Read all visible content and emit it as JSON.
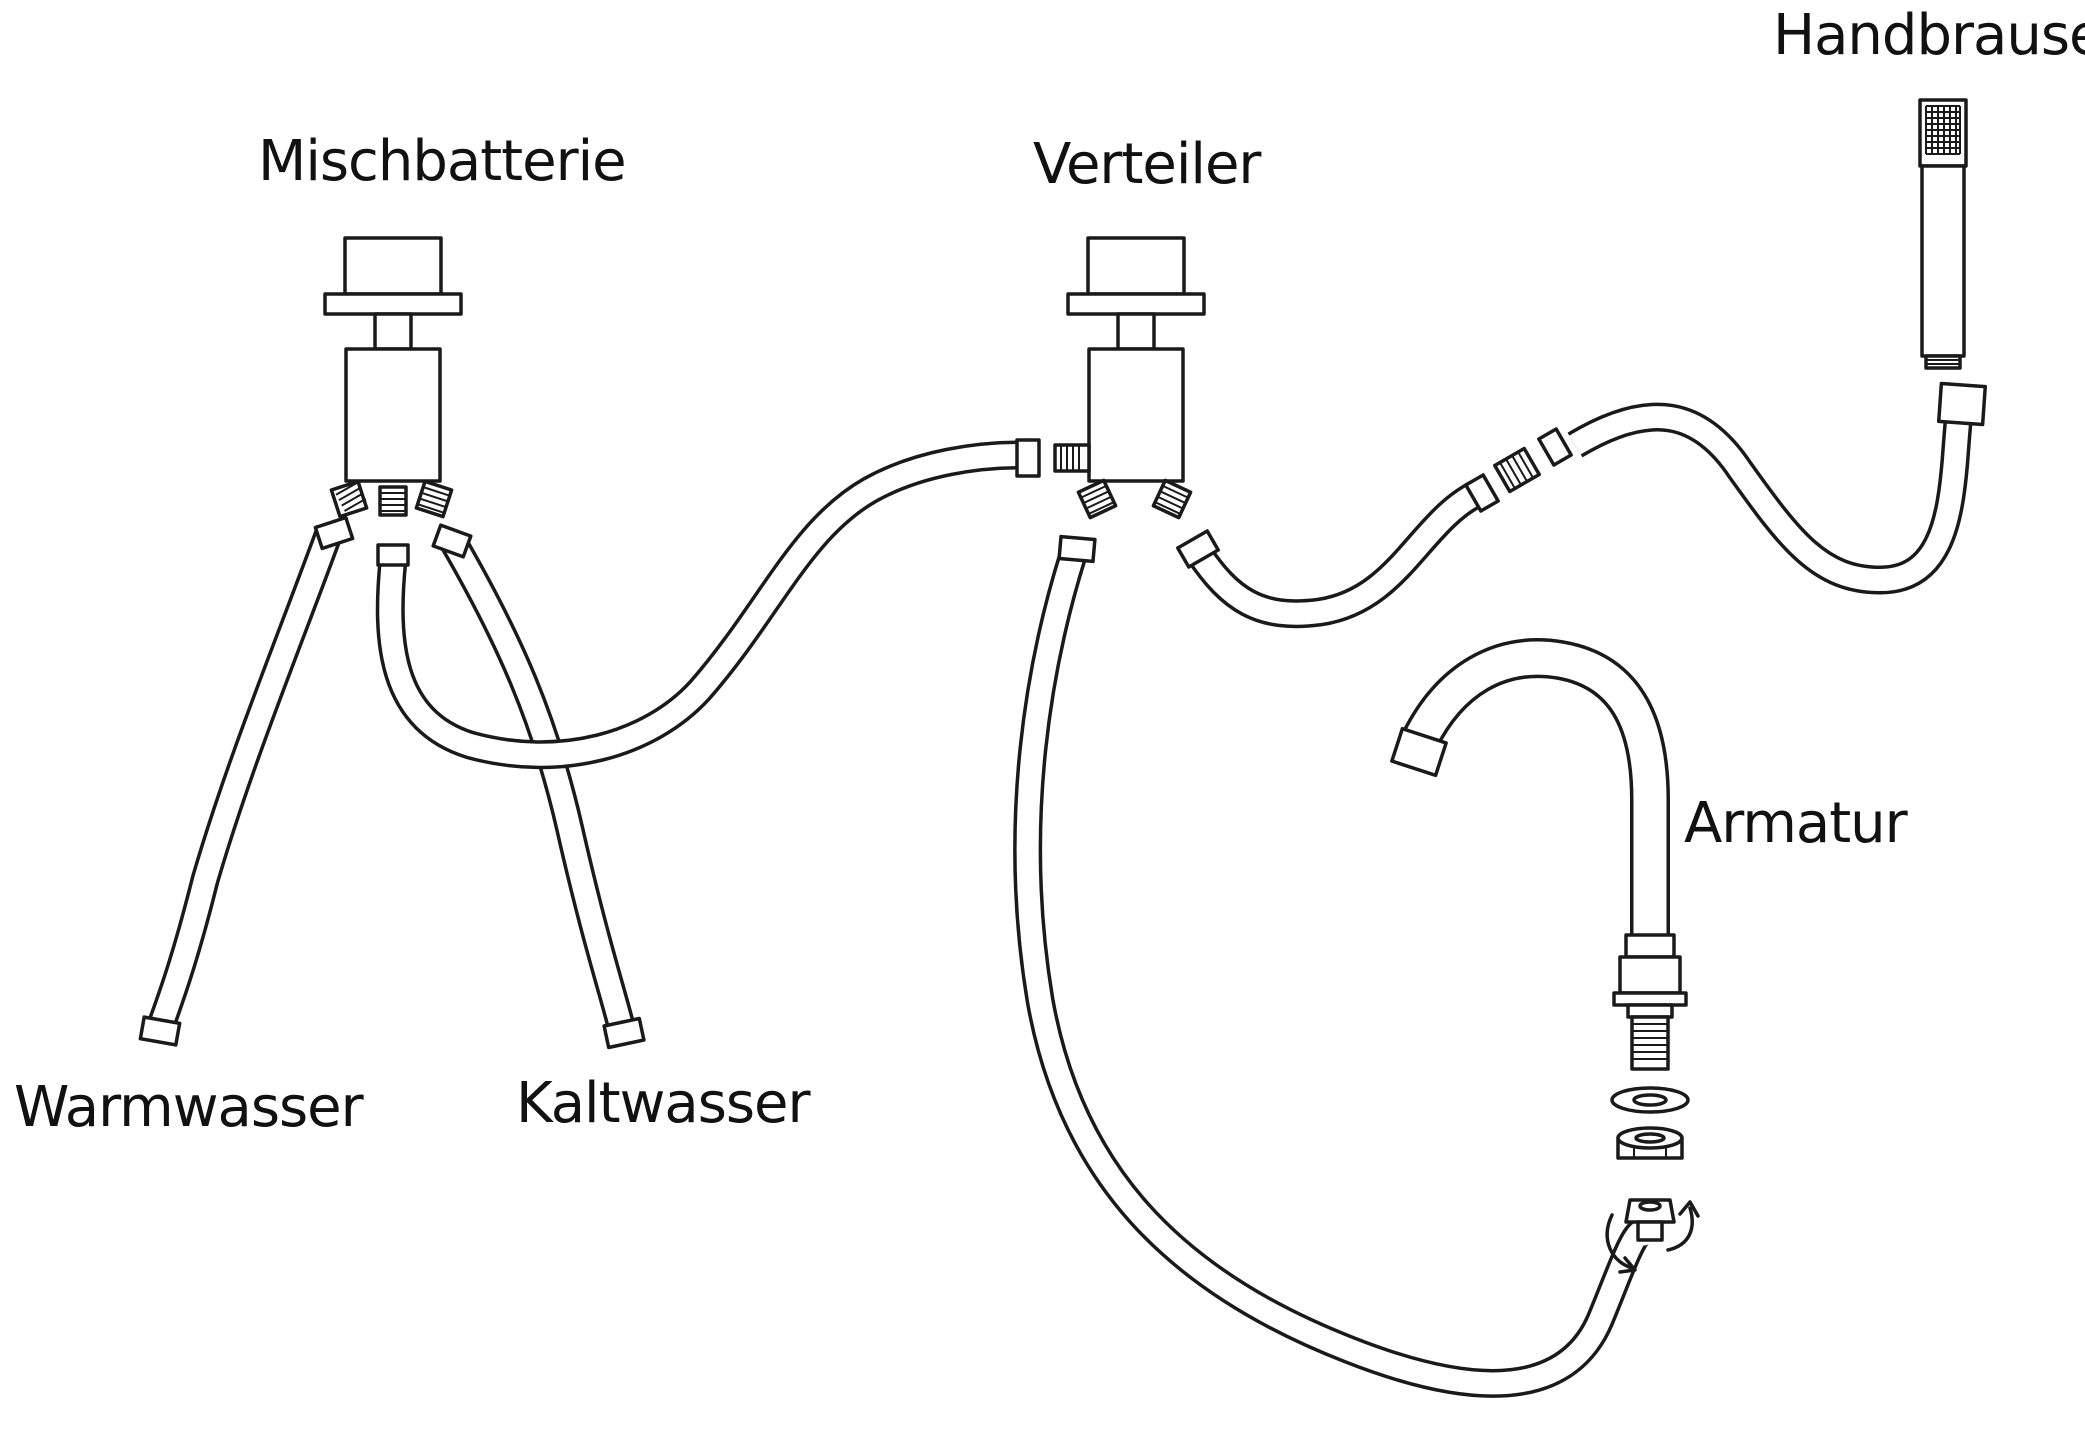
{
  "labels": {
    "mixer": "Mischbatterie",
    "distributor": "Verteiler",
    "hand_shower": "Handbrause",
    "faucet": "Armatur",
    "warm_water": "Warmwasser",
    "cold_water": "Kaltwasser"
  },
  "colors": {
    "line": "#1a1a1a",
    "background": "#ffffff"
  }
}
